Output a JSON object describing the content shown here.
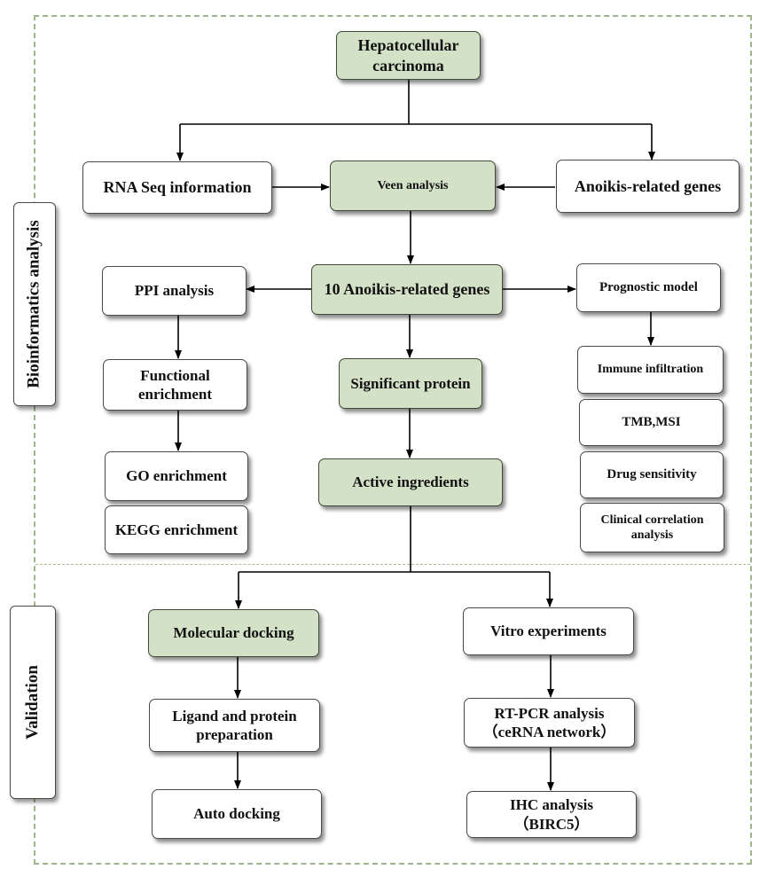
{
  "sections": {
    "bioinformatics": "Bioinformatics  analysis",
    "validation": "Validation"
  },
  "nodes": {
    "hcc": "Hepatocellular\ncarcinoma",
    "rna_seq": "RNA Seq information",
    "veen": "Veen analysis",
    "anoikis_genes": "Anoikis-related genes",
    "ten_genes": "10 Anoikis-related genes",
    "ppi": "PPI analysis",
    "prognostic": "Prognostic model",
    "functional": "Functional\nenrichment",
    "significant_protein": "Significant protein",
    "immune": "Immune  infiltration",
    "tmb": "TMB,MSI",
    "go": "GO enrichment",
    "active": "Active ingredients",
    "drug": "Drug sensitivity",
    "kegg": "KEGG enrichment",
    "clinical": "Clinical correlation\nanalysis",
    "mol_docking": "Molecular docking",
    "vitro": "Vitro experiments",
    "ligand": "Ligand and protein\npreparation",
    "rtpcr": "RT-PCR analysis\n（ceRNA network）",
    "auto_docking": "Auto docking",
    "ihc": "IHC analysis\n（BIRC5）"
  },
  "colors": {
    "highlight_fill": "#d3e1c6",
    "frame_dash": "#9fb48d",
    "line": "#000000"
  }
}
